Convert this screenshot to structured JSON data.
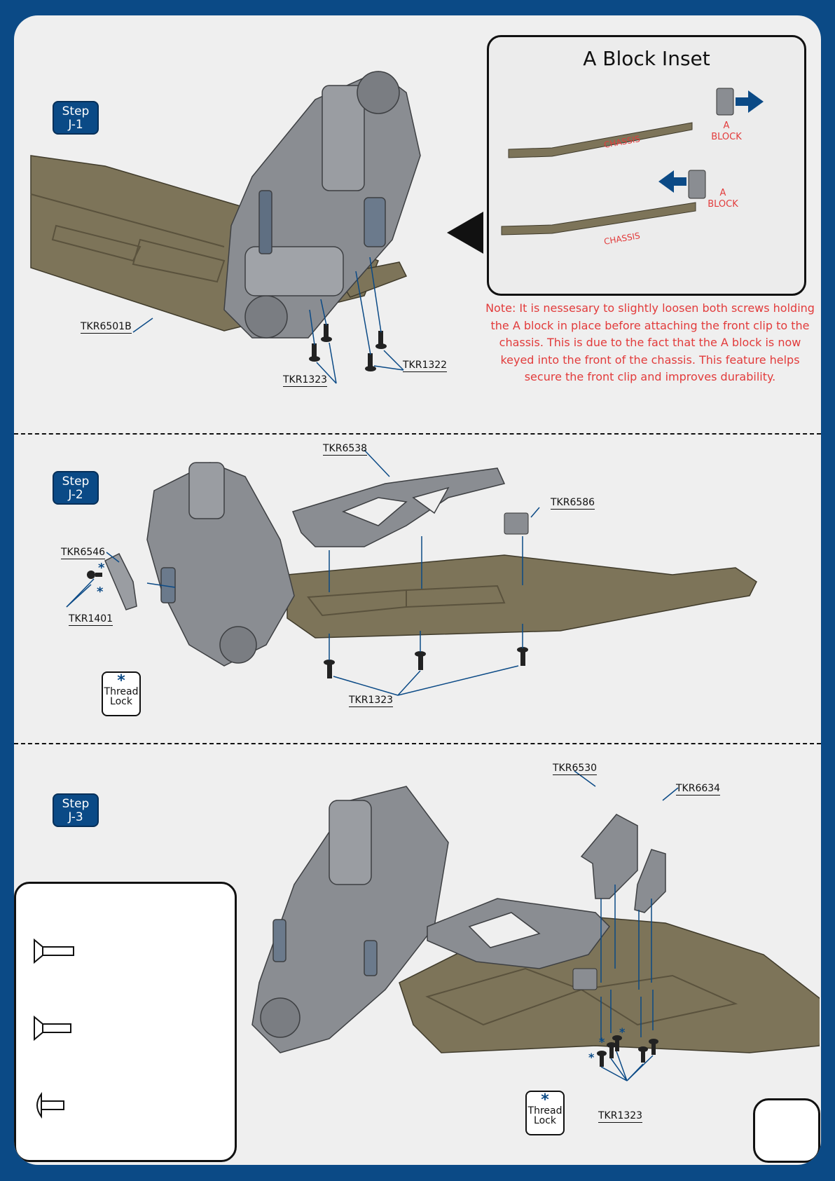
{
  "steps": {
    "j1": {
      "line1": "Step",
      "line2": "J-1"
    },
    "j2": {
      "line1": "Step",
      "line2": "J-2"
    },
    "j3": {
      "line1": "Step",
      "line2": "J-3"
    }
  },
  "inset": {
    "title": "A Block Inset",
    "chassis_label": "CHASSIS",
    "a_label": "A",
    "block_label": "BLOCK"
  },
  "note": "Note: It is nessesary to slightly loosen both screws holding the A block in place before attaching the front clip to the chassis.  This is due to the fact that the A block is now keyed into the front of the chassis.  This feature helps secure the front clip and improves durability.",
  "parts": {
    "j1_chassis": "TKR6501B",
    "j1_screws_a": "TKR1323",
    "j1_screws_b": "TKR1322",
    "j2_brace": "TKR6538",
    "j2_block": "TKR6586",
    "j2_mount": "TKR6546",
    "j2_screw": "TKR1401",
    "j2_screws": "TKR1323",
    "j3_mount": "TKR6530",
    "j3_mount2": "TKR6634",
    "j3_screws": "TKR1323"
  },
  "thread_lock": {
    "symbol": "*",
    "line1": "Thread",
    "line2": "Lock"
  },
  "colors": {
    "frame": "#0b4a86",
    "chassis": "#7d7459",
    "parts": "#8a8d92",
    "note": "#e23b3b",
    "arrow": "#0b4a86"
  }
}
